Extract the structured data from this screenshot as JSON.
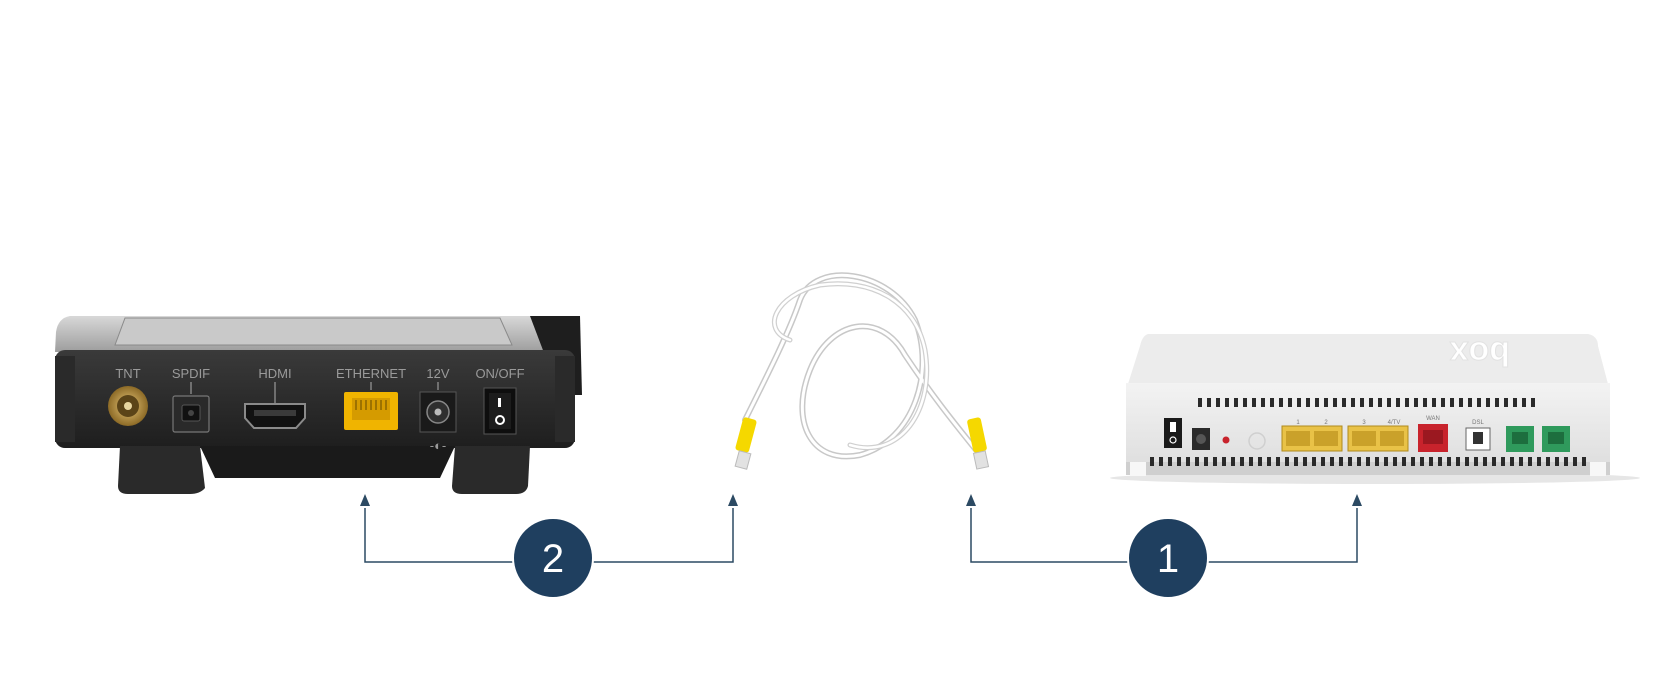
{
  "stb": {
    "ports": [
      {
        "key": "tnt",
        "label": "TNT"
      },
      {
        "key": "spdif",
        "label": "SPDIF"
      },
      {
        "key": "hdmi",
        "label": "HDMI"
      },
      {
        "key": "ethernet",
        "label": "ETHERNET"
      },
      {
        "key": "dc",
        "label": "12V"
      },
      {
        "key": "power",
        "label": "ON/OFF"
      }
    ]
  },
  "router": {
    "brand": "box",
    "port_labels": [
      "1",
      "2",
      "3",
      "4/TV",
      "WAN",
      "DSL"
    ]
  },
  "steps": [
    {
      "key": "step-1",
      "label": "1"
    },
    {
      "key": "step-2",
      "label": "2"
    }
  ],
  "colors": {
    "connector_line": "#2c4a63",
    "badge": "#1f3f5f",
    "ethernet_port": "#f0b400",
    "wan_port": "#c8232c",
    "phone_port": "#2f9a5c",
    "cable_plug": "#f5d800"
  }
}
